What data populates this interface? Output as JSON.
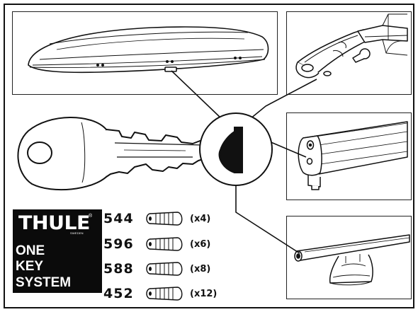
{
  "brand": {
    "name": "THULE",
    "registered_mark": "®",
    "country": "SWEDEN",
    "tagline_lines": [
      "ONE",
      "KEY",
      "SYSTEM"
    ]
  },
  "lock_cylinders": [
    {
      "code": "544",
      "quantity": "(x4)"
    },
    {
      "code": "596",
      "quantity": "(x6)"
    },
    {
      "code": "588",
      "quantity": "(x8)"
    },
    {
      "code": "452",
      "quantity": "(x12)"
    }
  ],
  "panels": [
    {
      "id": "roof-box",
      "subject": "roof box"
    },
    {
      "id": "bike-carrier",
      "subject": "bike carrier"
    },
    {
      "id": "bar-end-cap",
      "subject": "roof bar end cap"
    },
    {
      "id": "roof-bar-foot",
      "subject": "roof bar with foot"
    }
  ],
  "colors": {
    "ink": "#111111",
    "background": "#ffffff",
    "logo_background": "#0b0b0b",
    "logo_text": "#ffffff"
  }
}
